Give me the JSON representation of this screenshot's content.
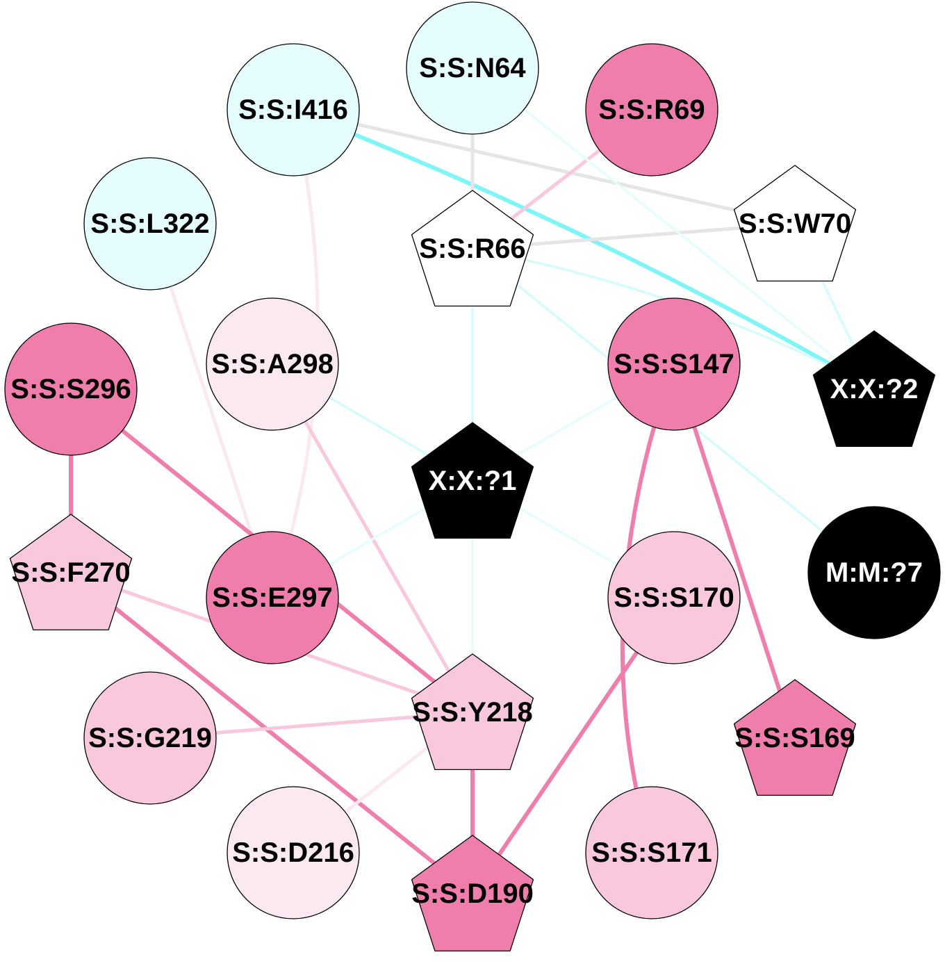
{
  "colors": {
    "deep_pink": "#f07eac",
    "light_pink": "#f9c8dc",
    "pale_pink": "#fbe9f1",
    "pale_cyan": "#e6fdfd",
    "white": "#ffffff",
    "black": "#000000"
  },
  "nodes": [
    {
      "id": "S:S:I416",
      "label": "S:S:I416",
      "shape": "circle",
      "fill": "#e6fdfd",
      "text_color": "#000000"
    },
    {
      "id": "S:S:N64",
      "label": "S:S:N64",
      "shape": "circle",
      "fill": "#e6fdfd",
      "text_color": "#000000"
    },
    {
      "id": "S:S:R69",
      "label": "S:S:R69",
      "shape": "circle",
      "fill": "#f07eac",
      "text_color": "#000000"
    },
    {
      "id": "S:S:L322",
      "label": "S:S:L322",
      "shape": "circle",
      "fill": "#e6fdfd",
      "text_color": "#000000"
    },
    {
      "id": "S:S:R66",
      "label": "S:S:R66",
      "shape": "pentagon",
      "fill": "#ffffff",
      "text_color": "#000000"
    },
    {
      "id": "S:S:W70",
      "label": "S:S:W70",
      "shape": "pentagon",
      "fill": "#ffffff",
      "text_color": "#000000"
    },
    {
      "id": "S:S:A298",
      "label": "S:S:A298",
      "shape": "circle",
      "fill": "#fbe9f1",
      "text_color": "#000000"
    },
    {
      "id": "S:S:S147",
      "label": "S:S:S147",
      "shape": "circle",
      "fill": "#f07eac",
      "text_color": "#000000"
    },
    {
      "id": "X:X:?2",
      "label": "X:X:?2",
      "shape": "pentagon",
      "fill": "#000000",
      "text_color": "#ffffff"
    },
    {
      "id": "S:S:S296",
      "label": "S:S:S296",
      "shape": "circle",
      "fill": "#f07eac",
      "text_color": "#000000"
    },
    {
      "id": "X:X:?1",
      "label": "X:X:?1",
      "shape": "pentagon",
      "fill": "#000000",
      "text_color": "#ffffff"
    },
    {
      "id": "M:M:?7",
      "label": "M:M:?7",
      "shape": "circle",
      "fill": "#000000",
      "text_color": "#ffffff"
    },
    {
      "id": "S:S:F270",
      "label": "S:S:F270",
      "shape": "pentagon",
      "fill": "#f9c8dc",
      "text_color": "#000000"
    },
    {
      "id": "S:S:E297",
      "label": "S:S:E297",
      "shape": "circle",
      "fill": "#f07eac",
      "text_color": "#000000"
    },
    {
      "id": "S:S:S170",
      "label": "S:S:S170",
      "shape": "circle",
      "fill": "#f9c8dc",
      "text_color": "#000000"
    },
    {
      "id": "S:S:Y218",
      "label": "S:S:Y218",
      "shape": "pentagon",
      "fill": "#f9c8dc",
      "text_color": "#000000"
    },
    {
      "id": "S:S:G219",
      "label": "S:S:G219",
      "shape": "circle",
      "fill": "#f9c8dc",
      "text_color": "#000000"
    },
    {
      "id": "S:S:S169",
      "label": "S:S:S169",
      "shape": "pentagon",
      "fill": "#f07eac",
      "text_color": "#000000"
    },
    {
      "id": "S:S:D216",
      "label": "S:S:D216",
      "shape": "circle",
      "fill": "#fbe9f1",
      "text_color": "#000000"
    },
    {
      "id": "S:S:S171",
      "label": "S:S:S171",
      "shape": "circle",
      "fill": "#f9c8dc",
      "text_color": "#000000"
    },
    {
      "id": "S:S:D190",
      "label": "S:S:D190",
      "shape": "pentagon",
      "fill": "#f07eac",
      "text_color": "#000000"
    }
  ],
  "edges": [
    {
      "source": "S:S:I416",
      "target": "S:S:W70",
      "color": "#e5e5e5",
      "weight": "medium"
    },
    {
      "source": "S:S:I416",
      "target": "X:X:?2",
      "color": "#7ff5f8",
      "weight": "heavy"
    },
    {
      "source": "S:S:I416",
      "target": "S:S:E297",
      "color": "#fbe9f1",
      "weight": "medium"
    },
    {
      "source": "S:S:N64",
      "target": "S:S:R66",
      "color": "#e5e5e5",
      "weight": "medium"
    },
    {
      "source": "S:S:R69",
      "target": "S:S:R66",
      "color": "#f9c8dc",
      "weight": "medium"
    },
    {
      "source": "S:S:R66",
      "target": "S:S:W70",
      "color": "#e5e5e5",
      "weight": "medium"
    },
    {
      "source": "S:S:R66",
      "target": "X:X:?2",
      "color": "#d5fbfc",
      "weight": "light"
    },
    {
      "source": "S:S:R66",
      "target": "X:X:?1",
      "color": "#d5fbfc",
      "weight": "light"
    },
    {
      "source": "S:S:R66",
      "target": "M:M:?7",
      "color": "#d5fbfc",
      "weight": "light"
    },
    {
      "source": "S:S:W70",
      "target": "X:X:?2",
      "color": "#d5fbfc",
      "weight": "light"
    },
    {
      "source": "S:S:N64",
      "target": "X:X:?2",
      "color": "#e6fdfd",
      "weight": "light"
    },
    {
      "source": "S:S:L322",
      "target": "S:S:E297",
      "color": "#fbe9f1",
      "weight": "medium"
    },
    {
      "source": "S:S:A298",
      "target": "X:X:?1",
      "color": "#d5fbfc",
      "weight": "light"
    },
    {
      "source": "S:S:A298",
      "target": "S:S:Y218",
      "color": "#f9c8dc",
      "weight": "medium"
    },
    {
      "source": "S:S:S147",
      "target": "X:X:?1",
      "color": "#e6fdfd",
      "weight": "light"
    },
    {
      "source": "S:S:S147",
      "target": "S:S:S169",
      "color": "#f07eac",
      "weight": "heavy"
    },
    {
      "source": "S:S:S147",
      "target": "S:S:S171",
      "color": "#f07eac",
      "weight": "heavy"
    },
    {
      "source": "X:X:?1",
      "target": "S:S:E297",
      "color": "#e6fdfd",
      "weight": "light"
    },
    {
      "source": "X:X:?1",
      "target": "S:S:S170",
      "color": "#e6fdfd",
      "weight": "light"
    },
    {
      "source": "X:X:?1",
      "target": "S:S:Y218",
      "color": "#e6fdfd",
      "weight": "light"
    },
    {
      "source": "S:S:S296",
      "target": "S:S:F270",
      "color": "#f07eac",
      "weight": "heavy"
    },
    {
      "source": "S:S:S296",
      "target": "S:S:Y218",
      "color": "#f07eac",
      "weight": "heavy"
    },
    {
      "source": "S:S:F270",
      "target": "S:S:Y218",
      "color": "#f9c8dc",
      "weight": "medium"
    },
    {
      "source": "S:S:F270",
      "target": "S:S:D190",
      "color": "#f07eac",
      "weight": "heavy"
    },
    {
      "source": "S:S:S170",
      "target": "S:S:D190",
      "color": "#f07eac",
      "weight": "heavy"
    },
    {
      "source": "S:S:G219",
      "target": "S:S:Y218",
      "color": "#f9c8dc",
      "weight": "medium"
    },
    {
      "source": "S:S:D216",
      "target": "S:S:Y218",
      "color": "#fbe9f1",
      "weight": "medium"
    },
    {
      "source": "S:S:Y218",
      "target": "S:S:D190",
      "color": "#f07eac",
      "weight": "heavy"
    }
  ]
}
